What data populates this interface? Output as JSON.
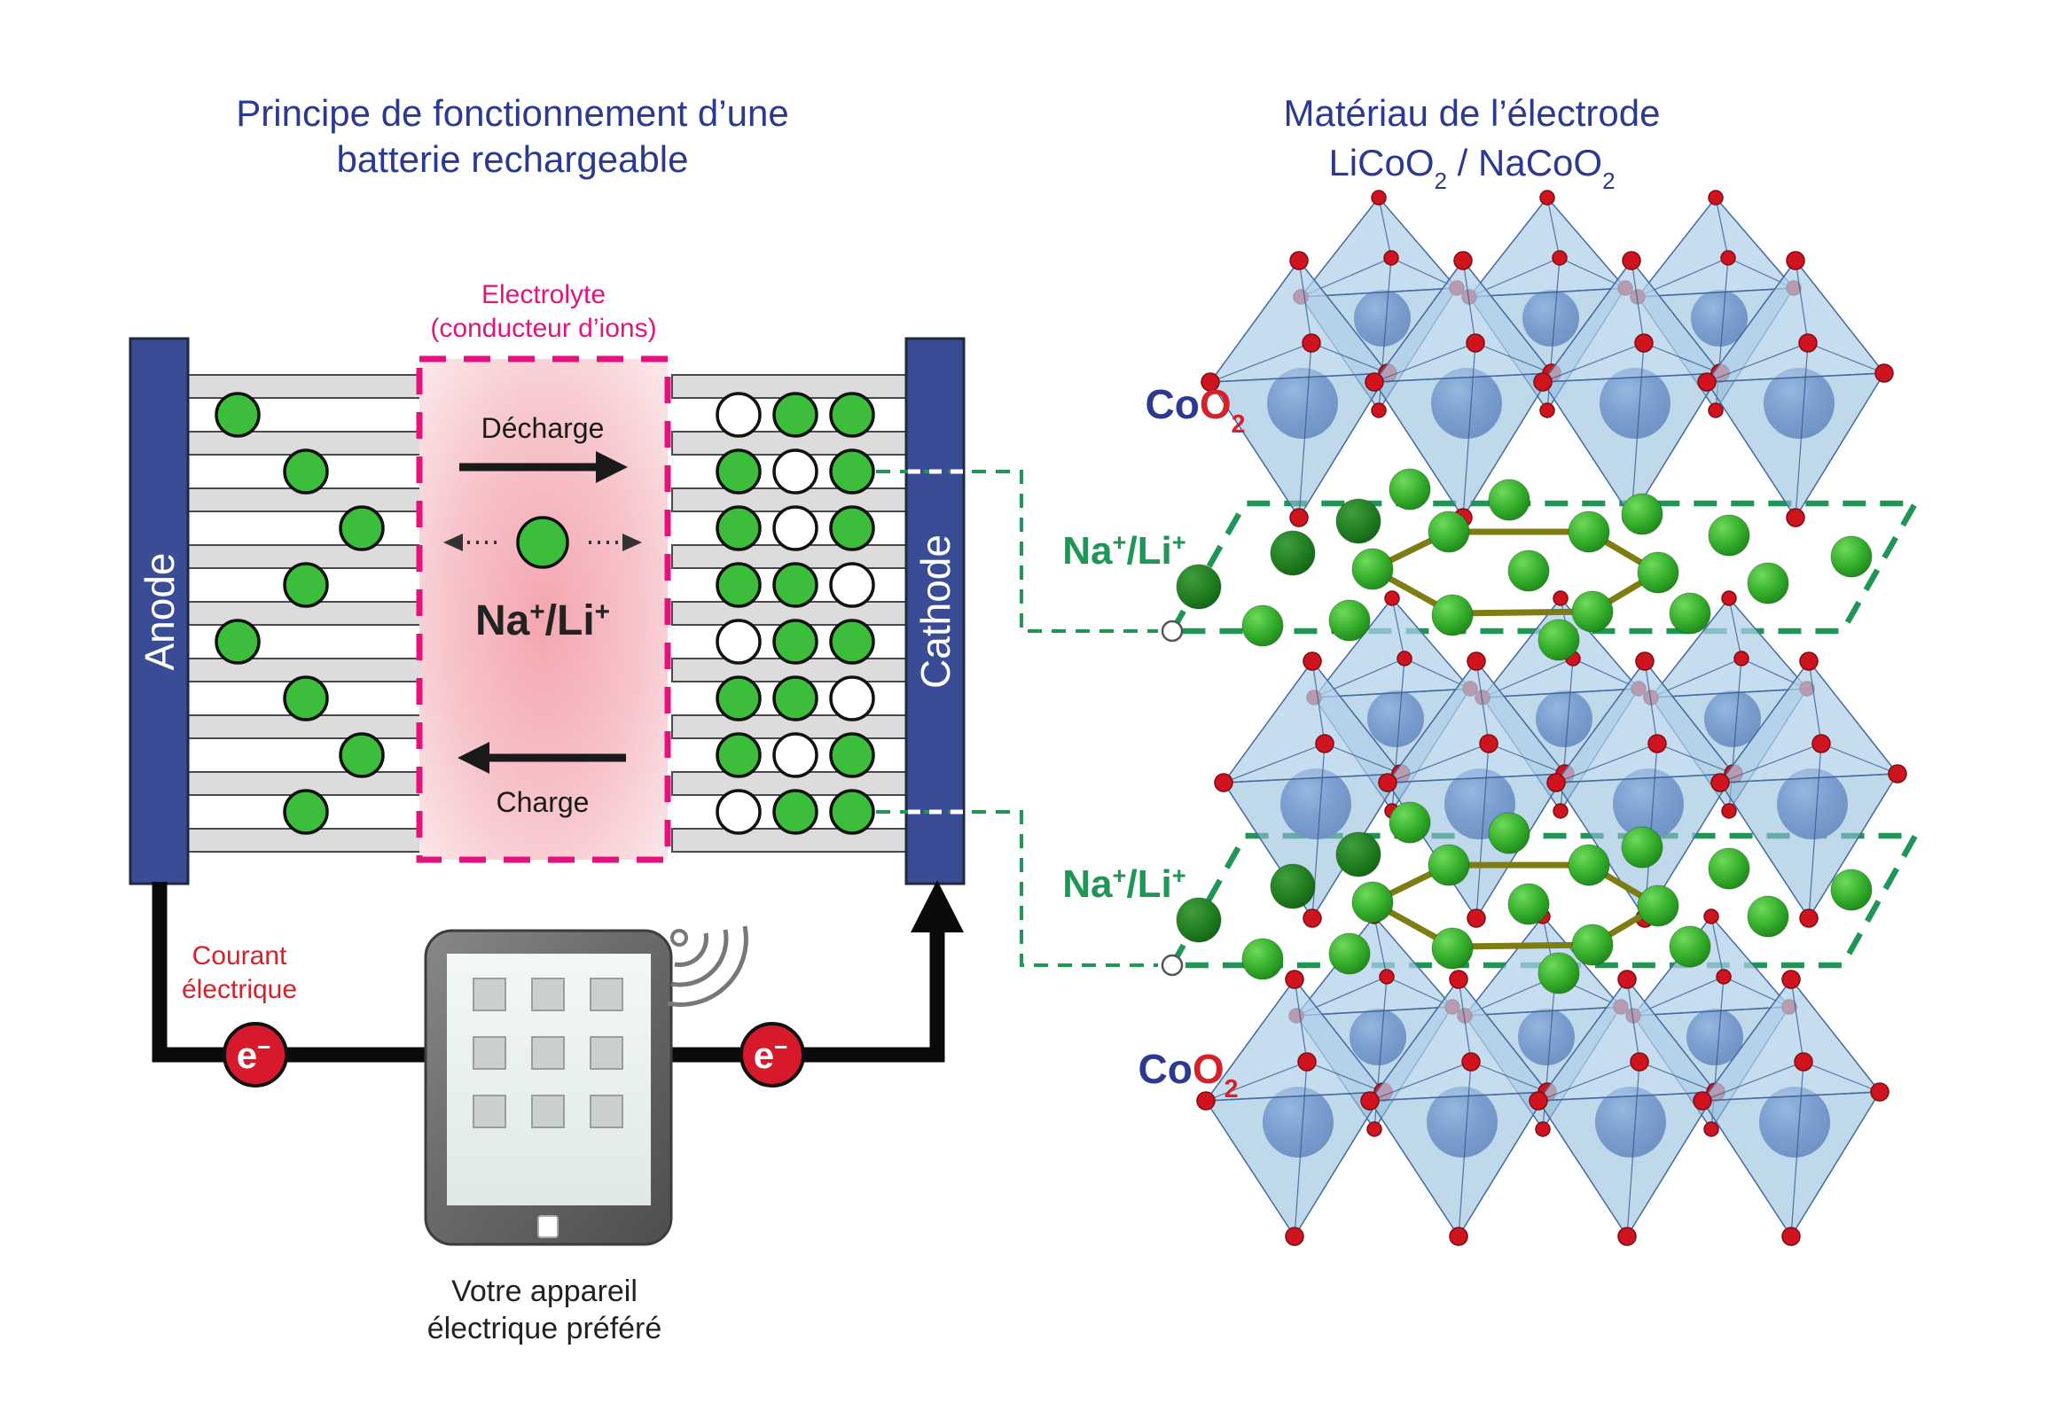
{
  "colors": {
    "title_navy": "#2B3990",
    "pink": "#E5127D",
    "red_text": "#D6212B",
    "electron_red": "#D6192B",
    "ion_green": "#3CBE3C",
    "bar_gray": "#DCDCDC",
    "electrode_blue": "#3A4C96",
    "dash_green": "#1F9556",
    "olive_rod": "#7D7D14",
    "crystal_face": "#8DBADC",
    "oxygen_red": "#CF1420",
    "wire_black": "#0A0A0A"
  },
  "left_panel": {
    "title_line1": "Principe de fonctionnement d’une",
    "title_line2": "batterie rechargeable",
    "anode_label": "Anode",
    "cathode_label": "Cathode",
    "electrolyte_label_line1": "Electrolyte",
    "electrolyte_label_line2": "(conducteur d’ions)",
    "discharge_label": "Décharge",
    "charge_label": "Charge",
    "ion_label_parts": [
      {
        "t": "Na"
      },
      {
        "t": "+",
        "shift": "sup"
      },
      {
        "t": "/Li"
      },
      {
        "t": "+",
        "shift": "sup"
      }
    ],
    "current_label_line1": "Courant",
    "current_label_line2": "électrique",
    "electron_parts": [
      {
        "t": "e"
      },
      {
        "t": "−",
        "shift": "sup"
      }
    ],
    "device_caption_line1": "Votre appareil",
    "device_caption_line2": "électrique préféré",
    "left_ion_columns": [
      0,
      1,
      2,
      1,
      0,
      1,
      2,
      1
    ],
    "cathode_fill_rows": [
      "WGG",
      "GWG",
      "GWG",
      "GGW",
      "WGG",
      "GGW",
      "GWG",
      "WGG"
    ]
  },
  "right_panel": {
    "title_line1": "Matériau de l’électrode",
    "title_line2_parts": [
      {
        "t": "LiCoO"
      },
      {
        "t": "2",
        "shift": "sub"
      },
      {
        "t": " / NaCoO"
      },
      {
        "t": "2",
        "shift": "sub"
      }
    ],
    "coo2_label_parts": [
      {
        "t": "Co",
        "color": "#2B3990"
      },
      {
        "t": "O",
        "color": "#D6212B"
      },
      {
        "t": "2",
        "color": "#D6212B",
        "shift": "sub"
      }
    ],
    "nali_label_parts": [
      {
        "t": "Na"
      },
      {
        "t": "+",
        "shift": "sup"
      },
      {
        "t": "/Li"
      },
      {
        "t": "+",
        "shift": "sup"
      }
    ],
    "layer_sequence": [
      "CoO2",
      "Na+/Li+",
      "CoO2",
      "Na+/Li+",
      "CoO2"
    ]
  }
}
